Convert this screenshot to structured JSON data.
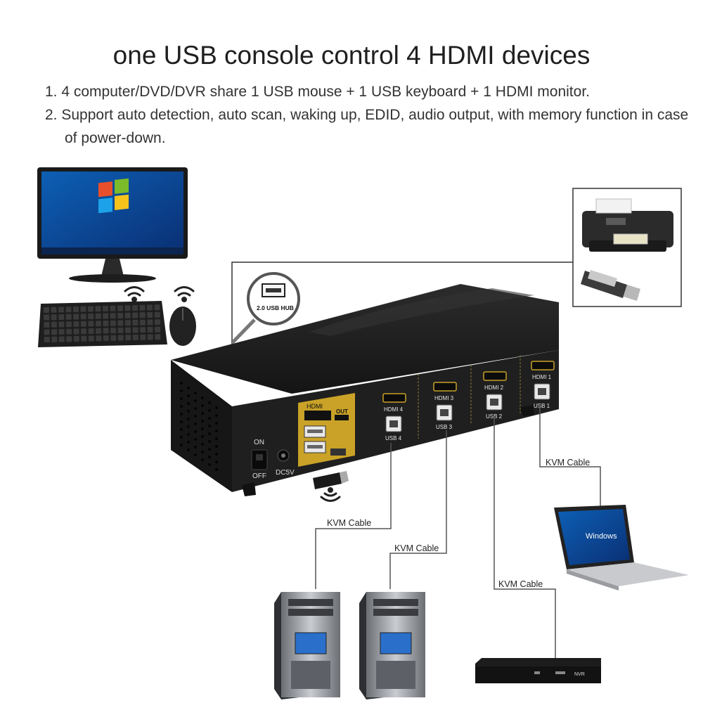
{
  "title": "one USB console control 4 HDMI devices",
  "features": [
    "1. 4 computer/DVD/DVR share 1 USB mouse + 1 USB keyboard + 1 HDMI monitor.",
    "2. Support auto detection, auto scan, waking up, EDID, audio output, with memory function in case of power-down."
  ],
  "kvm_switch": {
    "hub_badge": "2.0 USB HUB",
    "power_on": "ON",
    "power_off": "OFF",
    "power_input": "DC5V",
    "out_hdmi": "HDMI",
    "out_label": "OUT",
    "ports": [
      {
        "hdmi": "HDMI 4",
        "usb": "USB 4"
      },
      {
        "hdmi": "HDMI 3",
        "usb": "USB 3"
      },
      {
        "hdmi": "HDMI 2",
        "usb": "USB 2"
      },
      {
        "hdmi": "HDMI 1",
        "usb": "USB 1"
      }
    ]
  },
  "cables": [
    "KVM Cable",
    "KVM Cable",
    "KVM Cable",
    "KVM Cable"
  ],
  "laptop_screen_text": "Windows",
  "nvr_label": "NVR",
  "colors": {
    "switch_body": "#1b1b1b",
    "output_panel": "#c9a227",
    "cable": "#555555"
  }
}
